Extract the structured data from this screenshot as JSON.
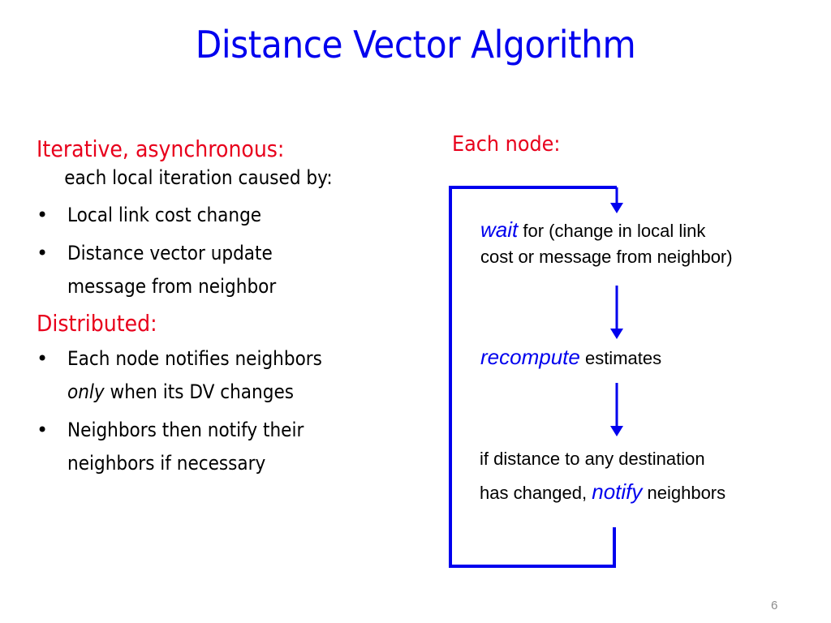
{
  "slide": {
    "title": "Distance Vector Algorithm",
    "page_number": "6",
    "colors": {
      "title": "#0000ee",
      "heading": "#e8001c",
      "body": "#000000",
      "flow": "#0000ee",
      "page_number": "#8c8c8c"
    }
  },
  "left": {
    "section1": {
      "heading": "Iterative, asynchronous:",
      "subtext": "each local iteration caused by:",
      "bullets": [
        {
          "lines": [
            "Local link cost change"
          ]
        },
        {
          "lines": [
            "Distance vector update",
            "message from neighbor"
          ]
        }
      ]
    },
    "section2": {
      "heading": "Distributed:",
      "bullets": [
        {
          "line1": "Each node notifies neighbors",
          "line2_italic": "only",
          "line2_rest": " when its DV changes"
        },
        {
          "lines": [
            "Neighbors then notify their",
            "neighbors if necessary"
          ]
        }
      ]
    },
    "bullet_glyph": "•"
  },
  "right": {
    "heading": "Each node:",
    "steps": {
      "wait": {
        "keyword": "wait",
        "rest_line1": " for (change in local link",
        "line2": "cost or message from neighbor)"
      },
      "recompute": {
        "keyword": "recompute",
        "rest": " estimates"
      },
      "notify": {
        "line1": "if distance to any destination",
        "line2_pre": "has changed, ",
        "keyword": "notify",
        "line2_post": " neighbors"
      }
    },
    "arrows": [
      "down-arrow-icon",
      "down-arrow-icon",
      "down-arrow-icon"
    ]
  }
}
